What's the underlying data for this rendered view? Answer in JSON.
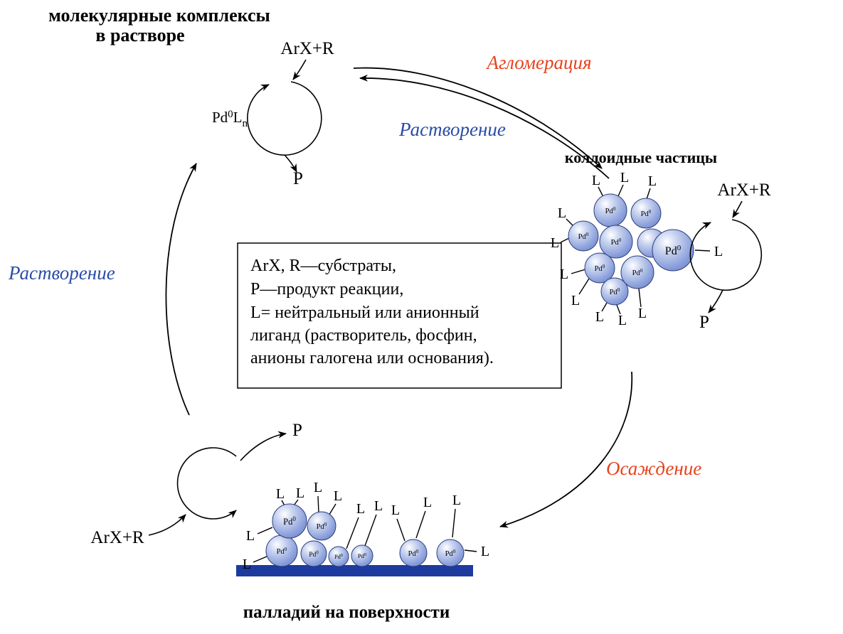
{
  "titles": {
    "molecular_line1": "молекулярные комплексы",
    "molecular_line2": "в растворе",
    "colloid": "коллоидные частицы",
    "surface": "палладий на поверхности"
  },
  "processes": {
    "agglomeration": "Агломерация",
    "dissolution_top": "Растворение",
    "dissolution_left": "Растворение",
    "precipitation": "Осаждение"
  },
  "species": {
    "substrates": "ArX+R",
    "product": "P",
    "pd": "Pd",
    "sup_zero": "0",
    "ligand": "L",
    "sub_n": "n"
  },
  "legend": {
    "line1": "ArX, R—субстраты,",
    "line2": "P—продукт реакции,",
    "line3": "L= нейтральный или анионный",
    "line4": "лиганд (растворитель, фосфин,",
    "line5": "анионы галогена или основания)."
  },
  "colors": {
    "process_red": "#e8421c",
    "process_blue": "#2b4da8",
    "sphere_blue": "#6b82c8",
    "surface_bar": "#1d3a9e",
    "arrow_black": "#000000"
  }
}
